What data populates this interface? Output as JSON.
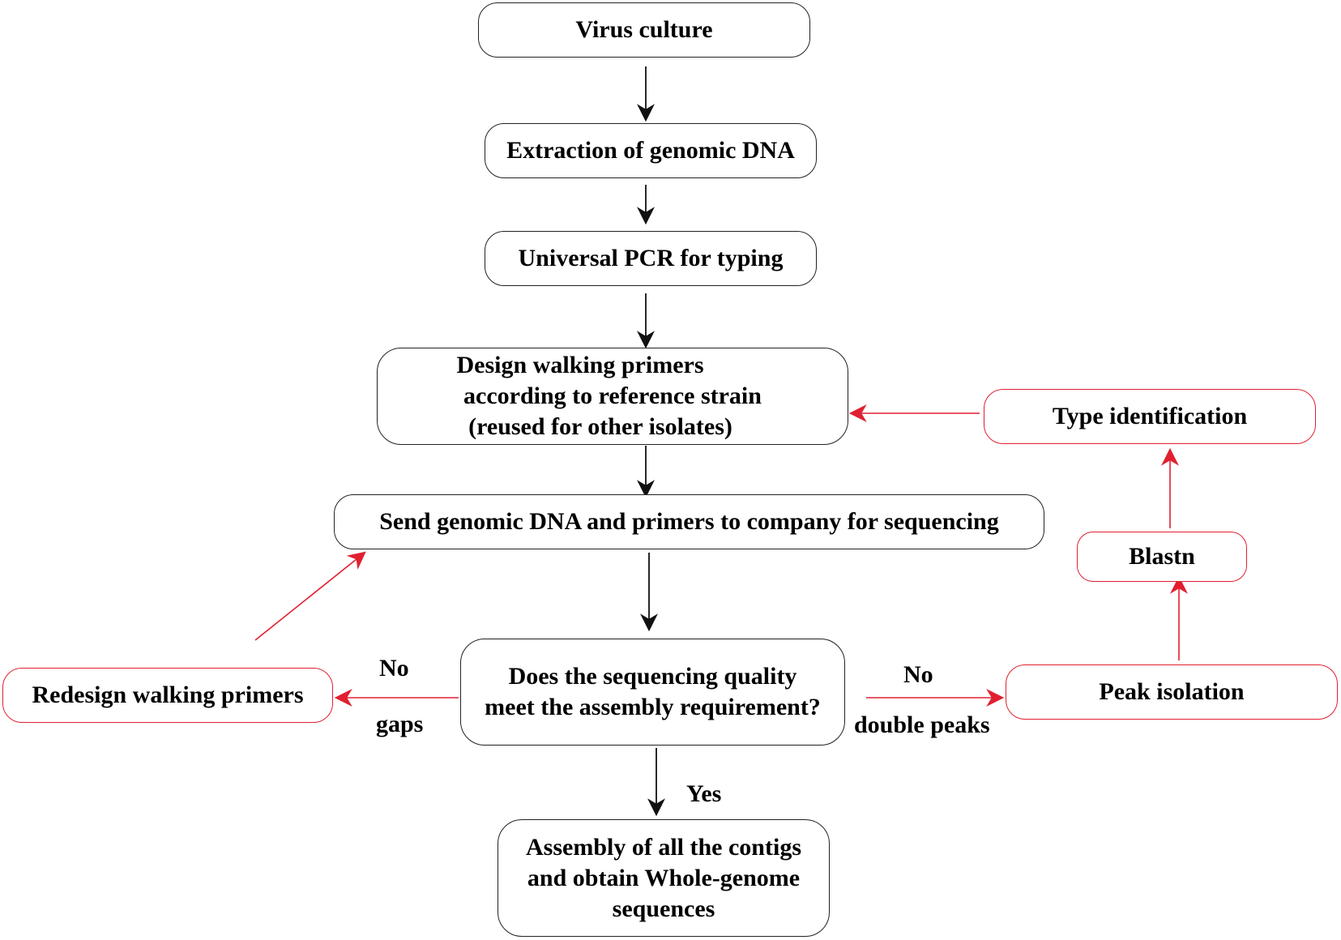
{
  "diagram": {
    "nodes": {
      "virus_culture": "Virus culture",
      "extraction": "Extraction of genomic DNA",
      "universal_pcr": "Universal PCR for typing",
      "design_primers": [
        "Design walking primers",
        "according to reference strain",
        "(reused for other isolates)"
      ],
      "send_dna": "Send genomic DNA and primers to company for sequencing",
      "quality_check": [
        "Does the sequencing quality",
        "meet the assembly requirement?"
      ],
      "redesign_primers": "Redesign walking primers",
      "peak_isolation": "Peak isolation",
      "blastn": "Blastn",
      "type_identification": "Type identification",
      "assembly": [
        "Assembly of all the contigs",
        "and obtain Whole-genome",
        "sequences"
      ]
    },
    "edge_labels": {
      "no_left": "No",
      "gaps": "gaps",
      "no_right": "No",
      "double_peaks": "double peaks",
      "yes": "Yes"
    },
    "colors": {
      "main_flow": "#222222",
      "feedback_flow": "#e02030"
    }
  }
}
